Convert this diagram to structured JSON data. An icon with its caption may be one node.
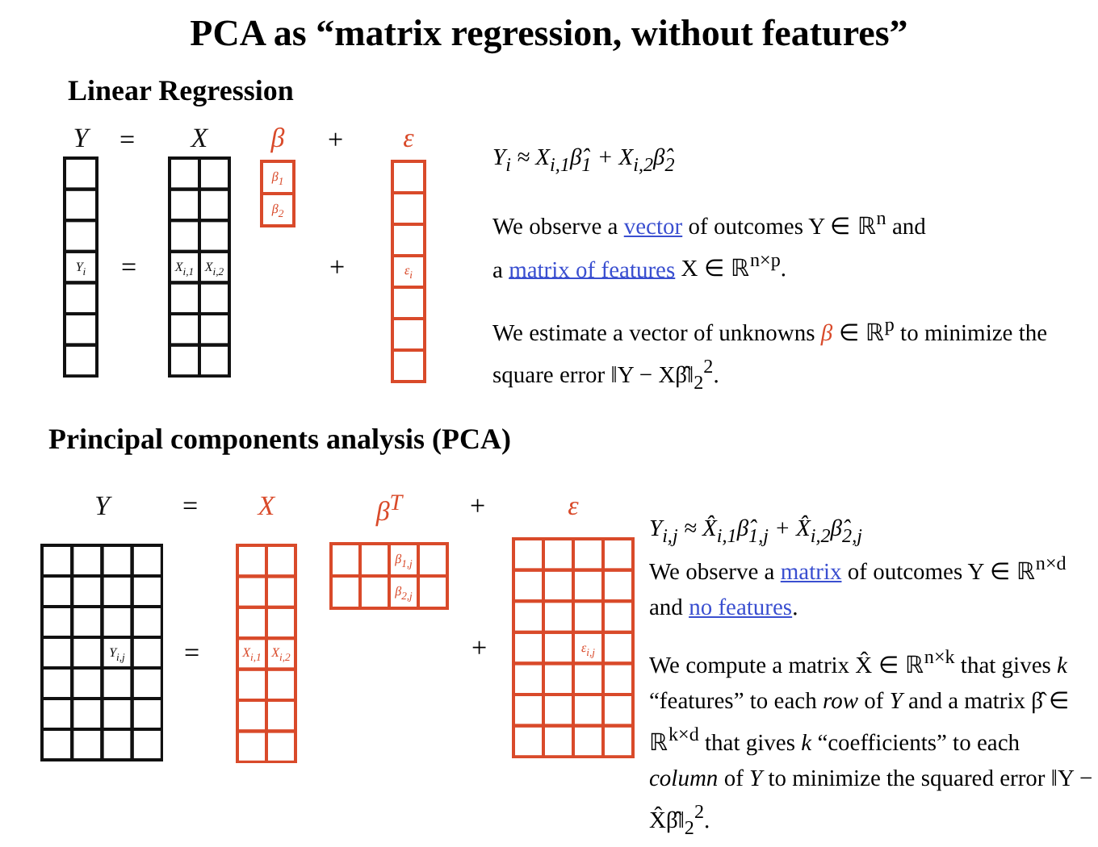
{
  "diagram": {
    "title": "PCA as “matrix regression, without features”",
    "nodes": [
      {
        "text": [
          "Y",
          "Y$_{i}$"
        ]
      },
      {
        "text": [
          "X",
          "X$_{i,1}$",
          "X$_{i,2}$"
        ]
      },
      {
        "text": [
          "β",
          "β$_{1}$",
          "β$_{2}$"
        ]
      },
      {
        "text": [
          "ε",
          "ε$_{i}$"
        ]
      },
      {
        "text": [
          "Y",
          "Y$_{i,j}$"
        ]
      },
      {
        "text": [
          "X",
          "X$_{i,1}$",
          "X$_{i,2}$"
        ]
      },
      {
        "text": [
          "β$^{T}$",
          "β$_{1,j}$",
          "β$_{2,j}$"
        ]
      },
      {
        "text": [
          "ε",
          "ε$_{i,j}$"
        ]
      }
    ],
    "labels": [
      "Linear Regression",
      "=",
      "+",
      "=",
      "+",
      "Y$_{i}$ ≈ X$_{i,1}$β̂$_{1}$ + X$_{i,2}$β̂$_{2}$",
      "We observe a",
      "vector",
      "of outcomes Y ∈ ℝ$^{n}$ and",
      "a",
      "matrix of features",
      "X ∈ ℝ$^{n×p}$.",
      "We estimate a vector of unknowns",
      "β",
      "∈ ℝ$^{p}$ to minimize the square error ‖Y − Xβ̂‖$_{2}$$^{2}$.",
      "Principal components analysis (PCA)",
      "=",
      "+",
      "=",
      "+",
      "Y$_{i,j}$ ≈ X̂$_{i,1}$β̂$_{1,j}$ + X̂$_{i,2}$β̂$_{2,j}$",
      "We observe a",
      "matrix",
      "of outcomes Y ∈ ℝ$^{n×d}$",
      "and",
      "no features",
      ".",
      "We compute a matrix X̂ ∈ ℝ$^{n×k}$ that gives *k* “features” to each *row* of *Y* and a matrix β̂ ∈ ℝ$^{k×d}$ that gives *k* “coefficients” to each *column* of *Y* to minimize the squared error ‖Y − X̂β̂‖$_{2}$$^{2}$."
    ]
  }
}
